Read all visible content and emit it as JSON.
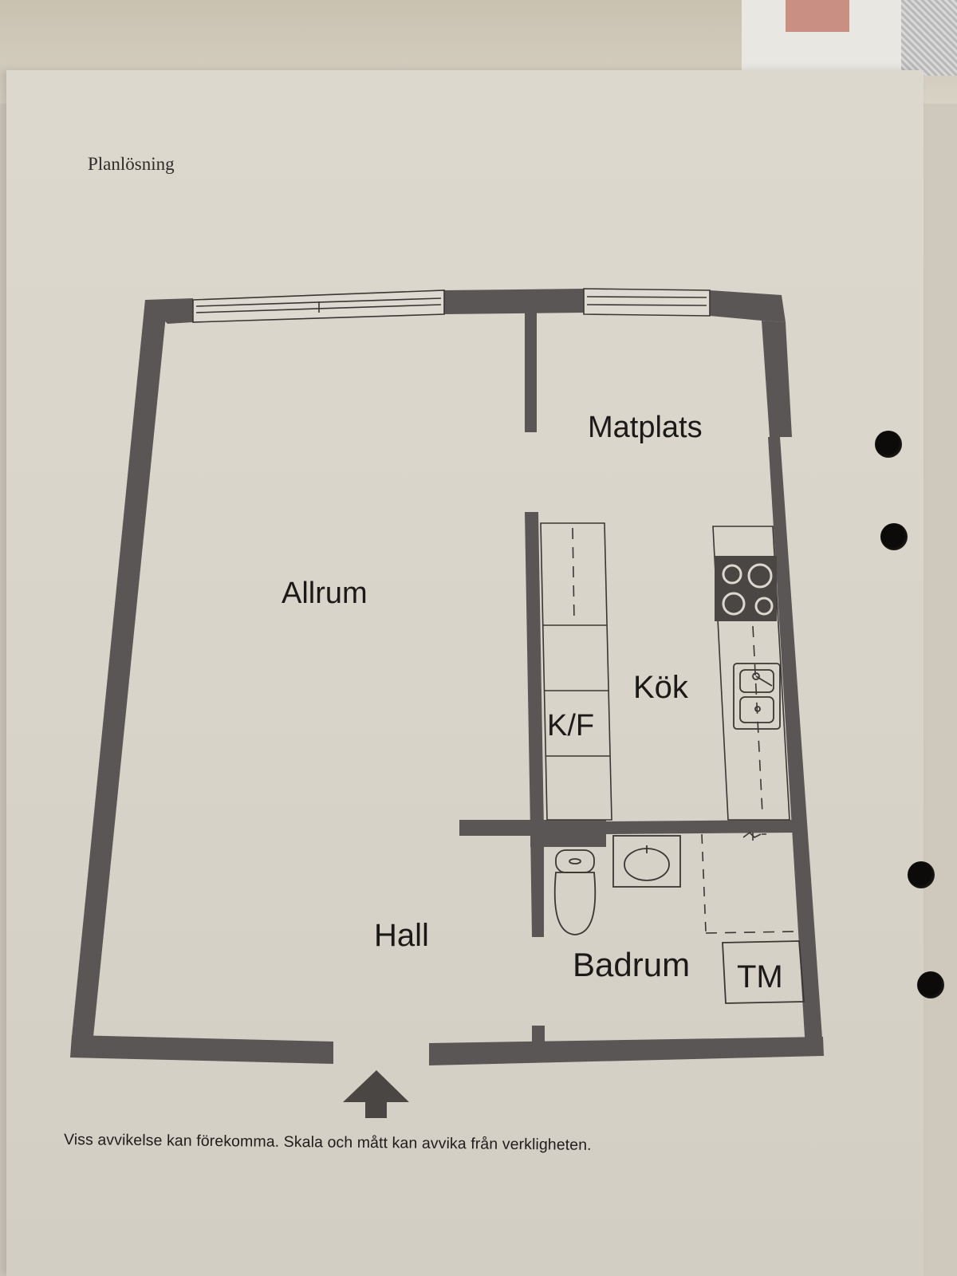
{
  "heading": "Planlösning",
  "rooms": {
    "allrum": "Allrum",
    "matplats": "Matplats",
    "kok": "Kök",
    "kf": "K/F",
    "hall": "Hall",
    "badrum": "Badrum",
    "tm": "TM"
  },
  "disclaimer": "Viss avvikelse kan förekomma. Skala och mått kan avvika från verkligheten.",
  "colors": {
    "wall": "#5a5655",
    "line": "#3a3633",
    "paper": "#dcd8ce"
  },
  "icons": [
    "entrance-arrow-icon",
    "stove-icon",
    "sink-icon",
    "toilet-icon",
    "washbasin-icon",
    "shower-icon"
  ]
}
